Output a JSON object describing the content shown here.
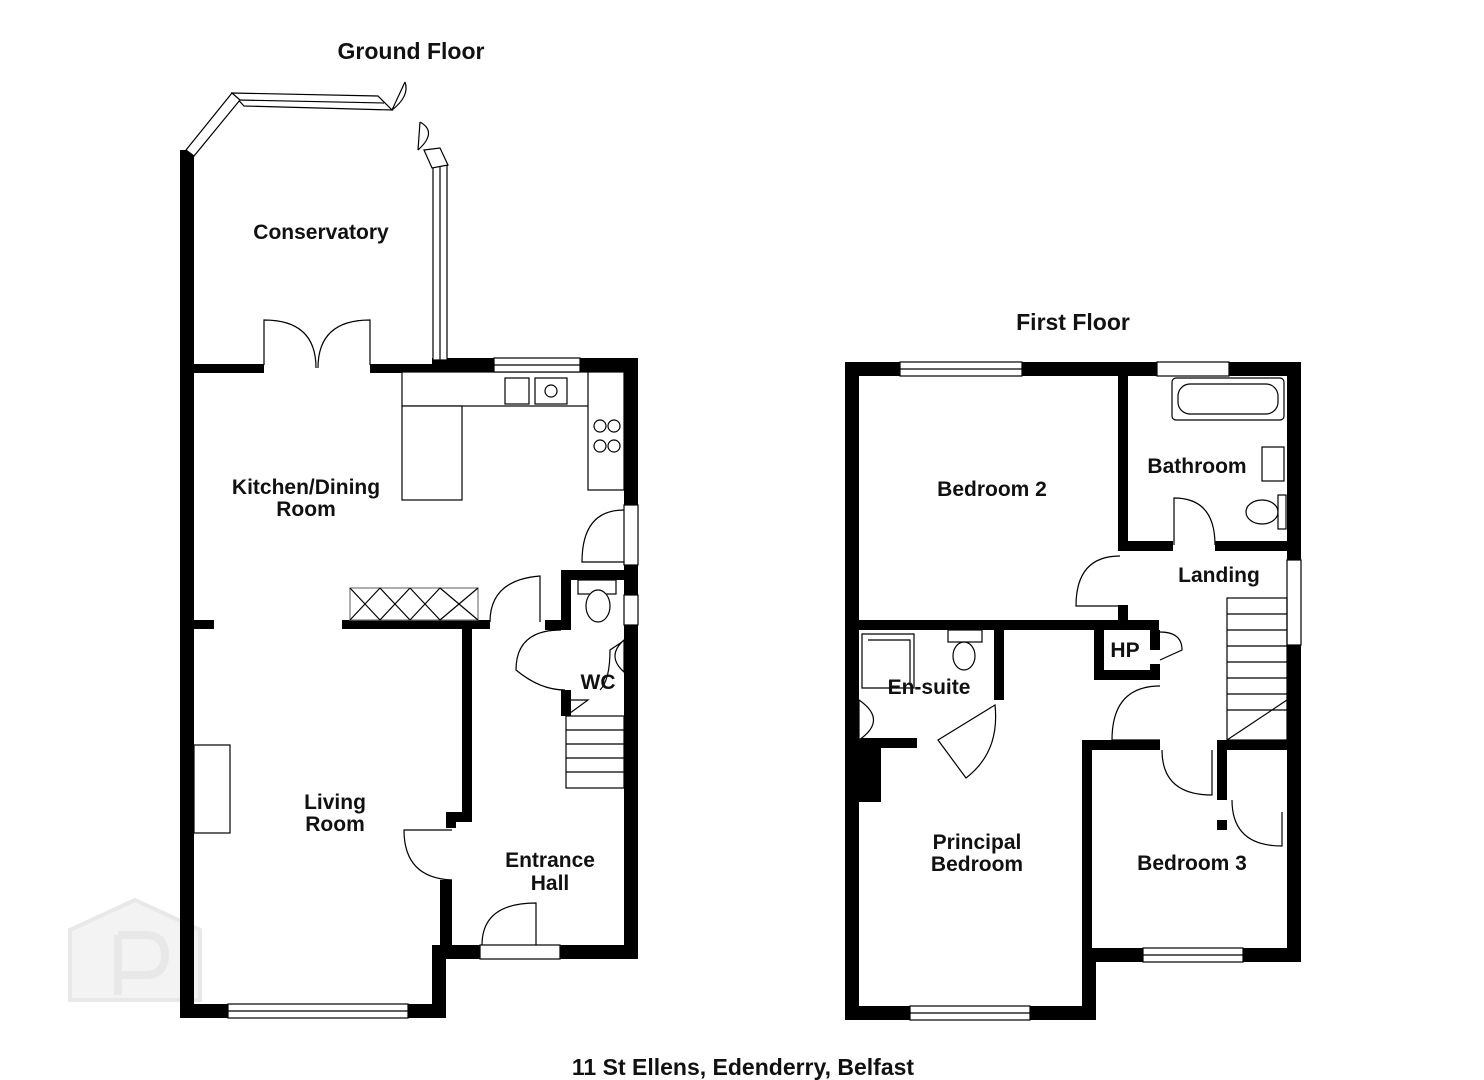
{
  "ground_floor": {
    "title": "Ground Floor",
    "rooms": {
      "conservatory": "Conservatory",
      "kitchen_line1": "Kitchen/Dining",
      "kitchen_line2": "Room",
      "living_line1": "Living",
      "living_line2": "Room",
      "hall_line1": "Entrance",
      "hall_line2": "Hall",
      "wc": "WC"
    }
  },
  "first_floor": {
    "title": "First Floor",
    "rooms": {
      "bedroom2": "Bedroom 2",
      "bathroom": "Bathroom",
      "landing": "Landing",
      "hp": "HP",
      "ensuite": "En-suite",
      "principal_line1": "Principal",
      "principal_line2": "Bedroom",
      "bedroom3": "Bedroom 3"
    }
  },
  "address": "11 St Ellens, Edenderry, Belfast",
  "colors": {
    "walls": "#000000",
    "background": "#ffffff",
    "watermark": "#f0f0f0"
  },
  "icons": [
    "watermark-logo-icon"
  ]
}
